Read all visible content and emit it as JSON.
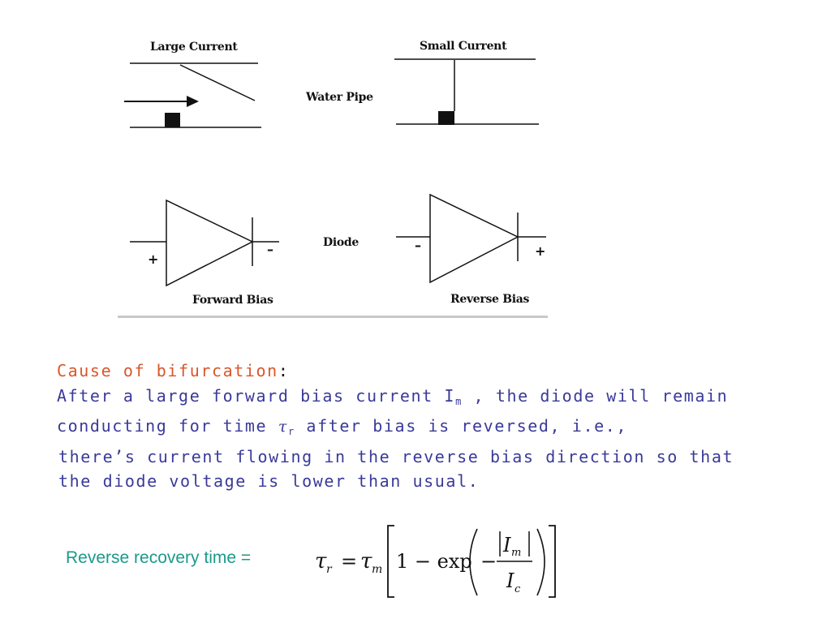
{
  "figure": {
    "large_current_label": "Large Current",
    "small_current_label": "Small Current",
    "water_pipe_label": "Water Pipe",
    "diode_label": "Diode",
    "forward_bias_label": "Forward Bias",
    "reverse_bias_label": "Reverse Bias",
    "plus_sign": "+",
    "minus_sign": "–"
  },
  "text": {
    "heading": "Cause of bifurcation",
    "colon": ":",
    "line1_a": "After a large forward bias current I",
    "line1_sub": "m",
    "line1_b": " , the diode will remain",
    "line2_a": "conducting for time ",
    "line2_tau": "τ",
    "line2_sub": "r",
    "line2_b": "  after bias is reversed, i.e.,",
    "line3": "there’s current flowing in the reverse bias direction so that",
    "line4": "the diode voltage is lower than usual."
  },
  "formula": {
    "label": "Reverse recovery time =",
    "tau": "τ",
    "sub_r": "r",
    "sub_m": "m",
    "equals": "=",
    "one_minus_exp": "1 − exp",
    "minus": "−",
    "I": "I",
    "sub_c": "c"
  }
}
